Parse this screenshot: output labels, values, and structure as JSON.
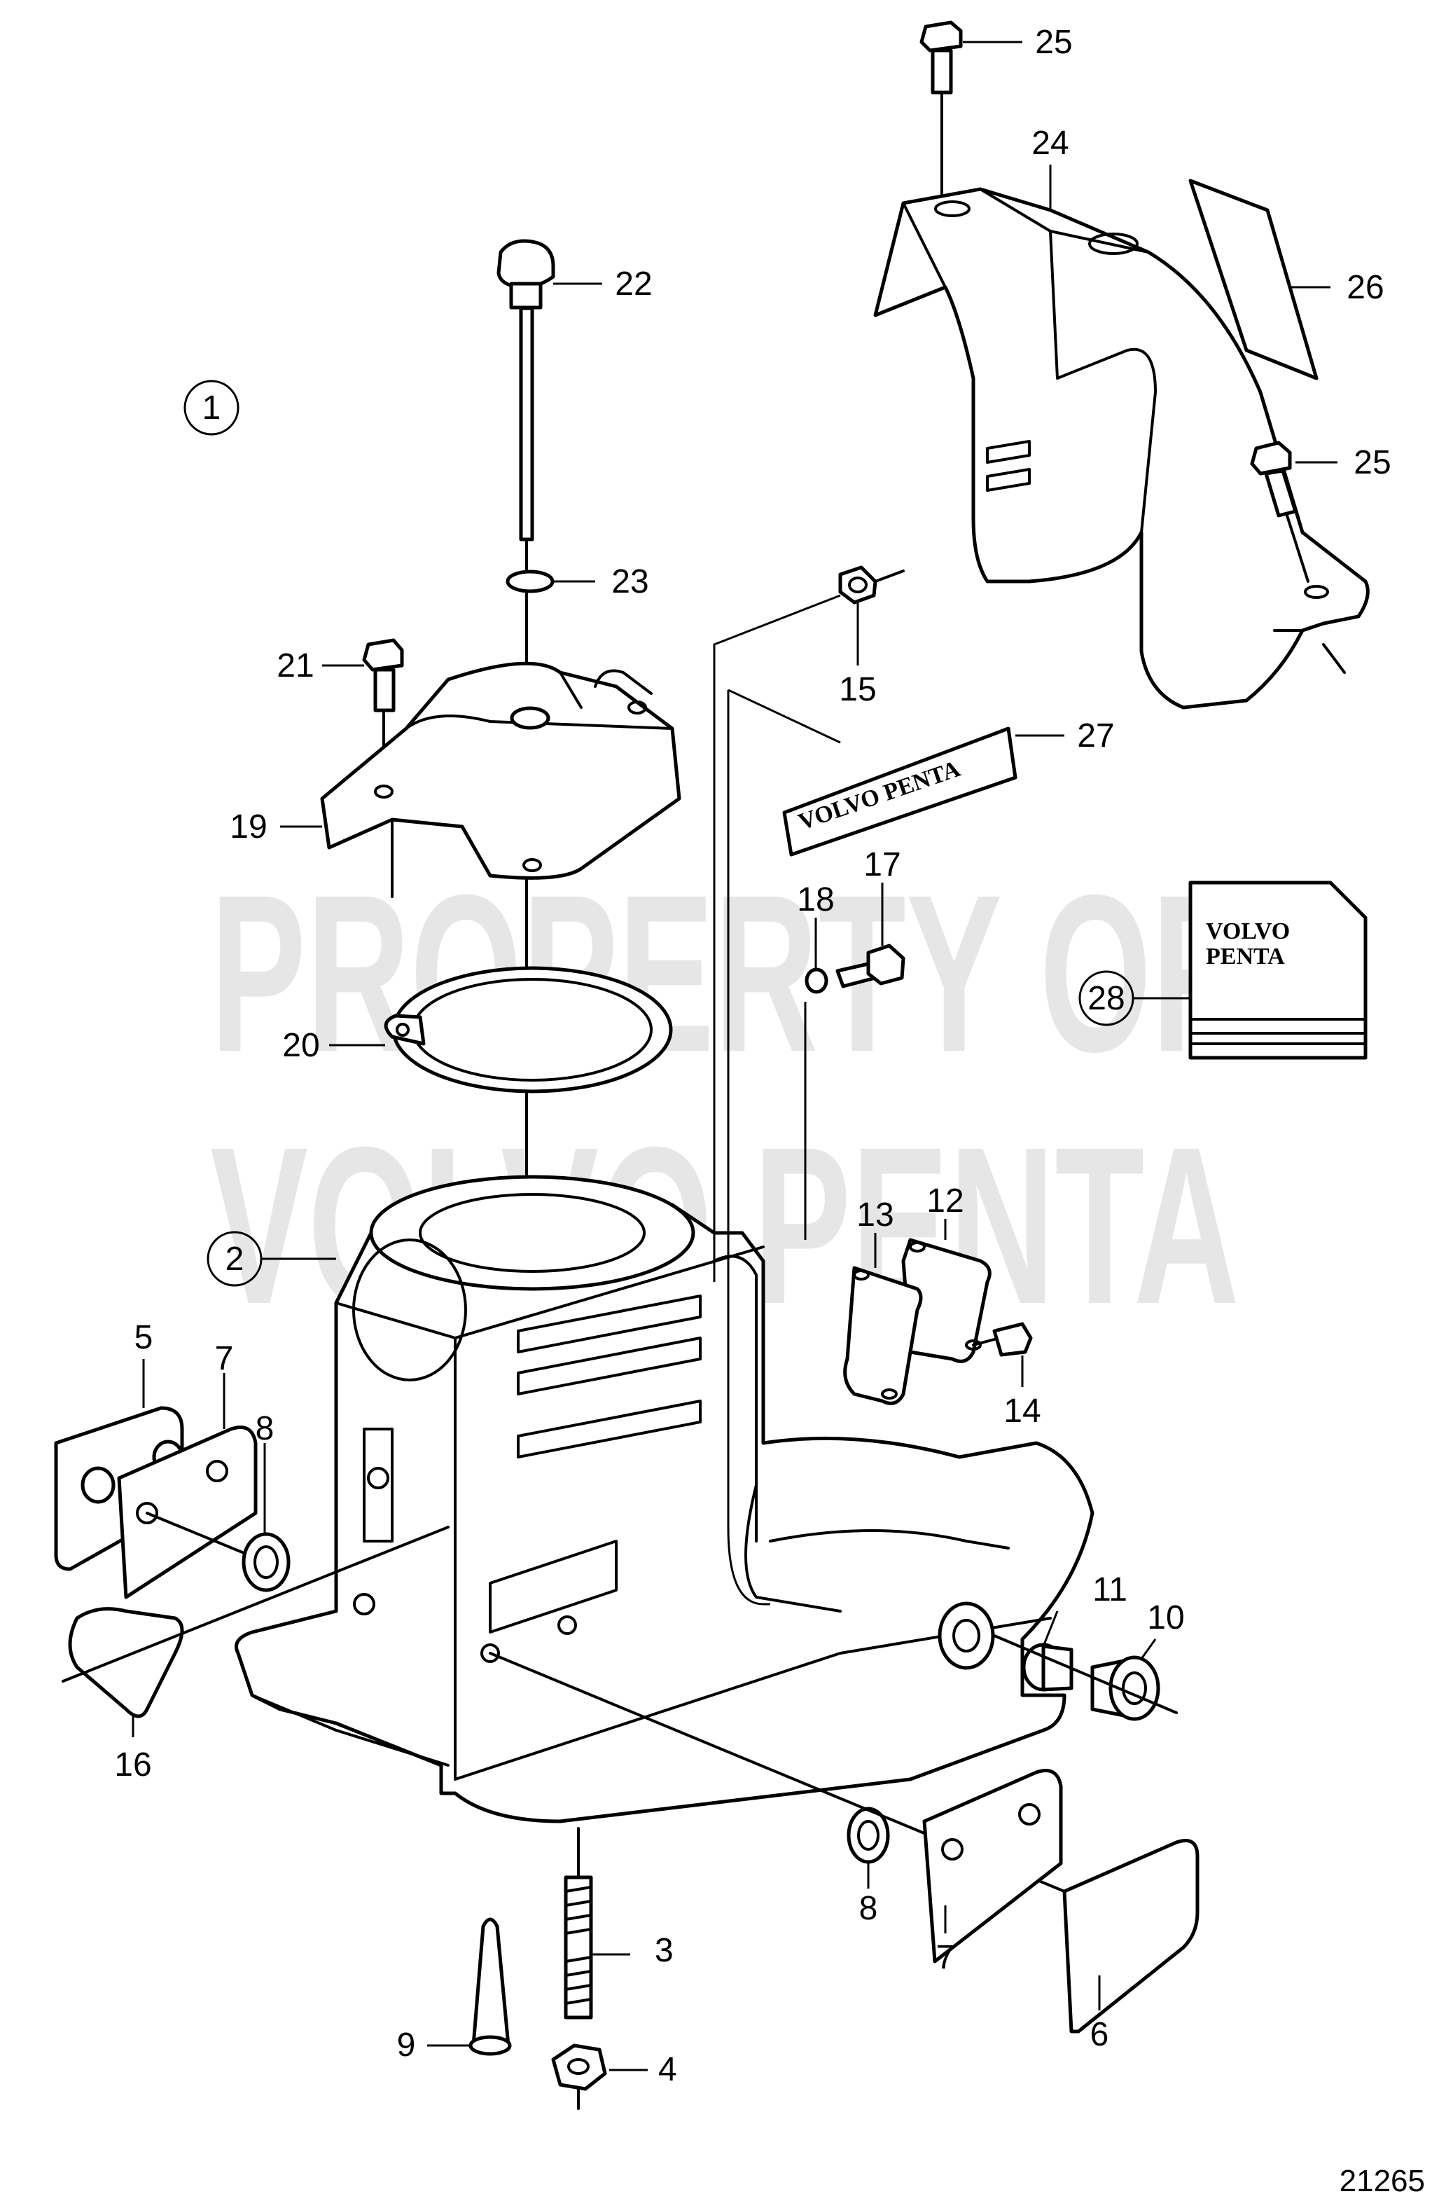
{
  "watermark": {
    "line1": "PROPERTY OF",
    "line2": "VOLVO PENTA"
  },
  "brand_label": "VOLVO PENTA",
  "brand_box": {
    "line1": "VOLVO",
    "line2": "PENTA"
  },
  "figure_number": "21265",
  "callouts": {
    "c1": "1",
    "c2": "2",
    "c3": "3",
    "c4": "4",
    "c5": "5",
    "c6": "6",
    "c7a": "7",
    "c7b": "7",
    "c8a": "8",
    "c8b": "8",
    "c9": "9",
    "c10": "10",
    "c11": "11",
    "c12": "12",
    "c13": "13",
    "c14": "14",
    "c15": "15",
    "c16": "16",
    "c17": "17",
    "c18": "18",
    "c19": "19",
    "c20": "20",
    "c21": "21",
    "c22": "22",
    "c23": "23",
    "c24": "24",
    "c25a": "25",
    "c25b": "25",
    "c26": "26",
    "c27": "27",
    "c28": "28"
  }
}
